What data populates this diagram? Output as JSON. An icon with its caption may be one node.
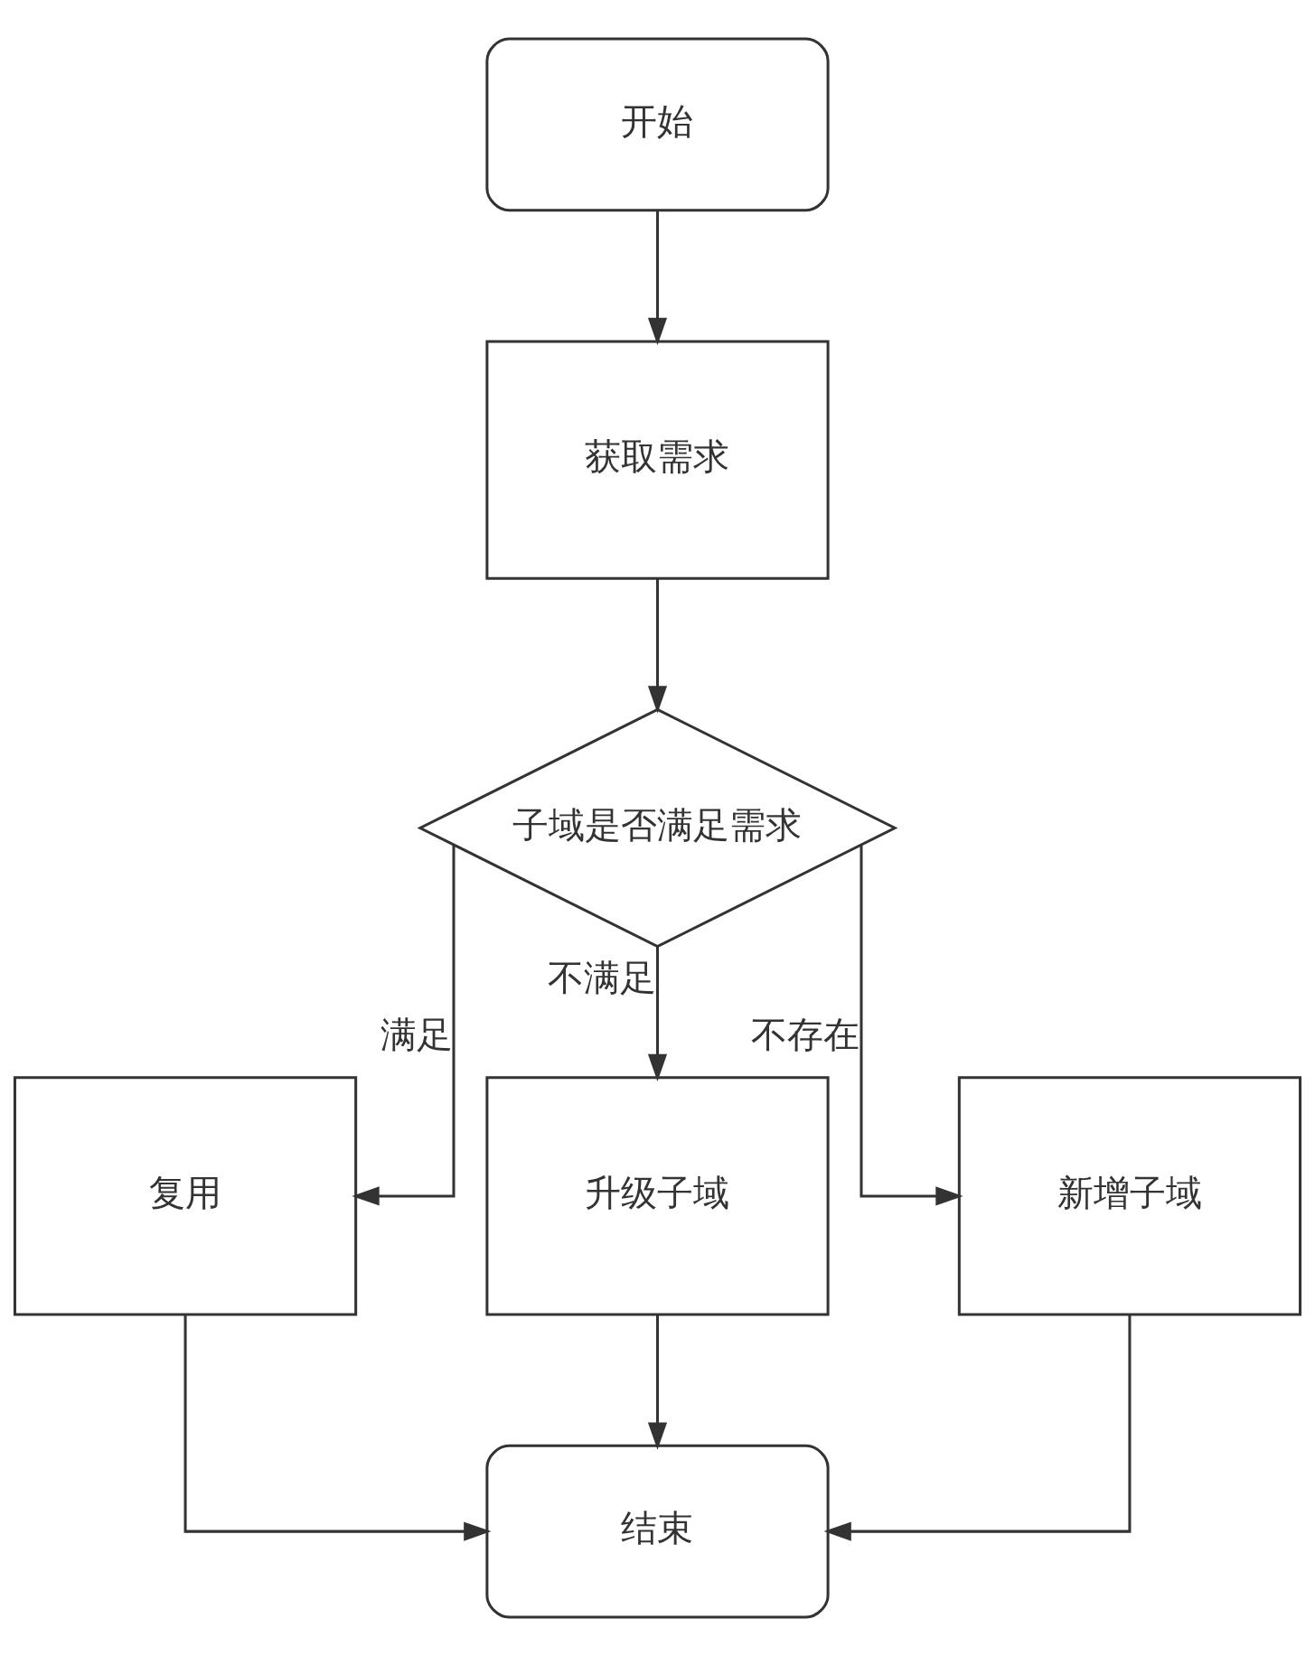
{
  "diagram": {
    "nodes": [
      {
        "text": [
          "开始"
        ]
      },
      {
        "text": [
          "获取需求"
        ]
      },
      {
        "text": [
          "子域是否满足需求"
        ]
      },
      {
        "text": [
          "复用"
        ]
      },
      {
        "text": [
          "升级子域"
        ]
      },
      {
        "text": [
          "新增子域"
        ]
      },
      {
        "text": [
          "结束"
        ]
      }
    ],
    "edges": [
      {
        "from": 0,
        "to": 1,
        "arrow": "to"
      },
      {
        "from": 1,
        "to": 2,
        "arrow": "to"
      },
      {
        "from": 2,
        "to": 3,
        "label": "满足",
        "arrow": "to"
      },
      {
        "from": 2,
        "to": 4,
        "label": "不满足",
        "arrow": "to"
      },
      {
        "from": 2,
        "to": 5,
        "label": "不存在",
        "arrow": "to"
      },
      {
        "from": 3,
        "to": 6,
        "arrow": "to"
      },
      {
        "from": 4,
        "to": 6,
        "arrow": "to"
      },
      {
        "from": 5,
        "to": 6,
        "arrow": "to"
      }
    ]
  }
}
